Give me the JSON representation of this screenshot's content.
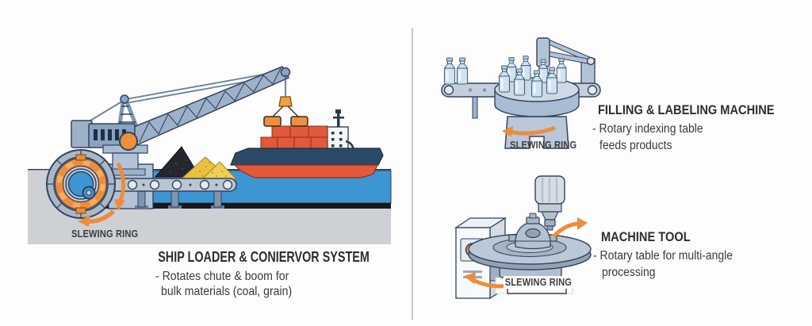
{
  "panels": {
    "ship_loader": {
      "ring_label": "SLEWING RING",
      "title": "SHIP LOADER & CONIERVOR SYSTEM",
      "desc1": "- Rotates chute & boom for",
      "desc2": "bulk materials (coal, grain)"
    },
    "filling_machine": {
      "ring_label": "SLEWING RING",
      "title": "FILLING & LABELING MACHINE",
      "desc1": "- Rotary indexing table",
      "desc2": "feeds products"
    },
    "machine_tool": {
      "ring_label": "SLEWING RING",
      "title": "MACHINE TOOL",
      "desc1": "- Rotary table for multi-angle",
      "desc2": "processing"
    }
  },
  "icons": {
    "rotation_arrow": "curved-orange-arrow",
    "bearing": "slewing-ring-cross-section"
  },
  "colors": {
    "accent_orange": "#EE8C3C",
    "machine_blue": "#B3C3D7",
    "machine_blue_dark": "#8AA3C2",
    "outline_navy": "#33435C",
    "water_blue": "#3D95D1",
    "dock_gray": "#CDD1D6",
    "ship_red": "#E2593B",
    "deck_navy": "#2C4A68",
    "grain_yellow": "#E8C23E",
    "coal_black": "#26262E",
    "text_dark": "#333333",
    "divider_gray": "#C6C6C6"
  }
}
